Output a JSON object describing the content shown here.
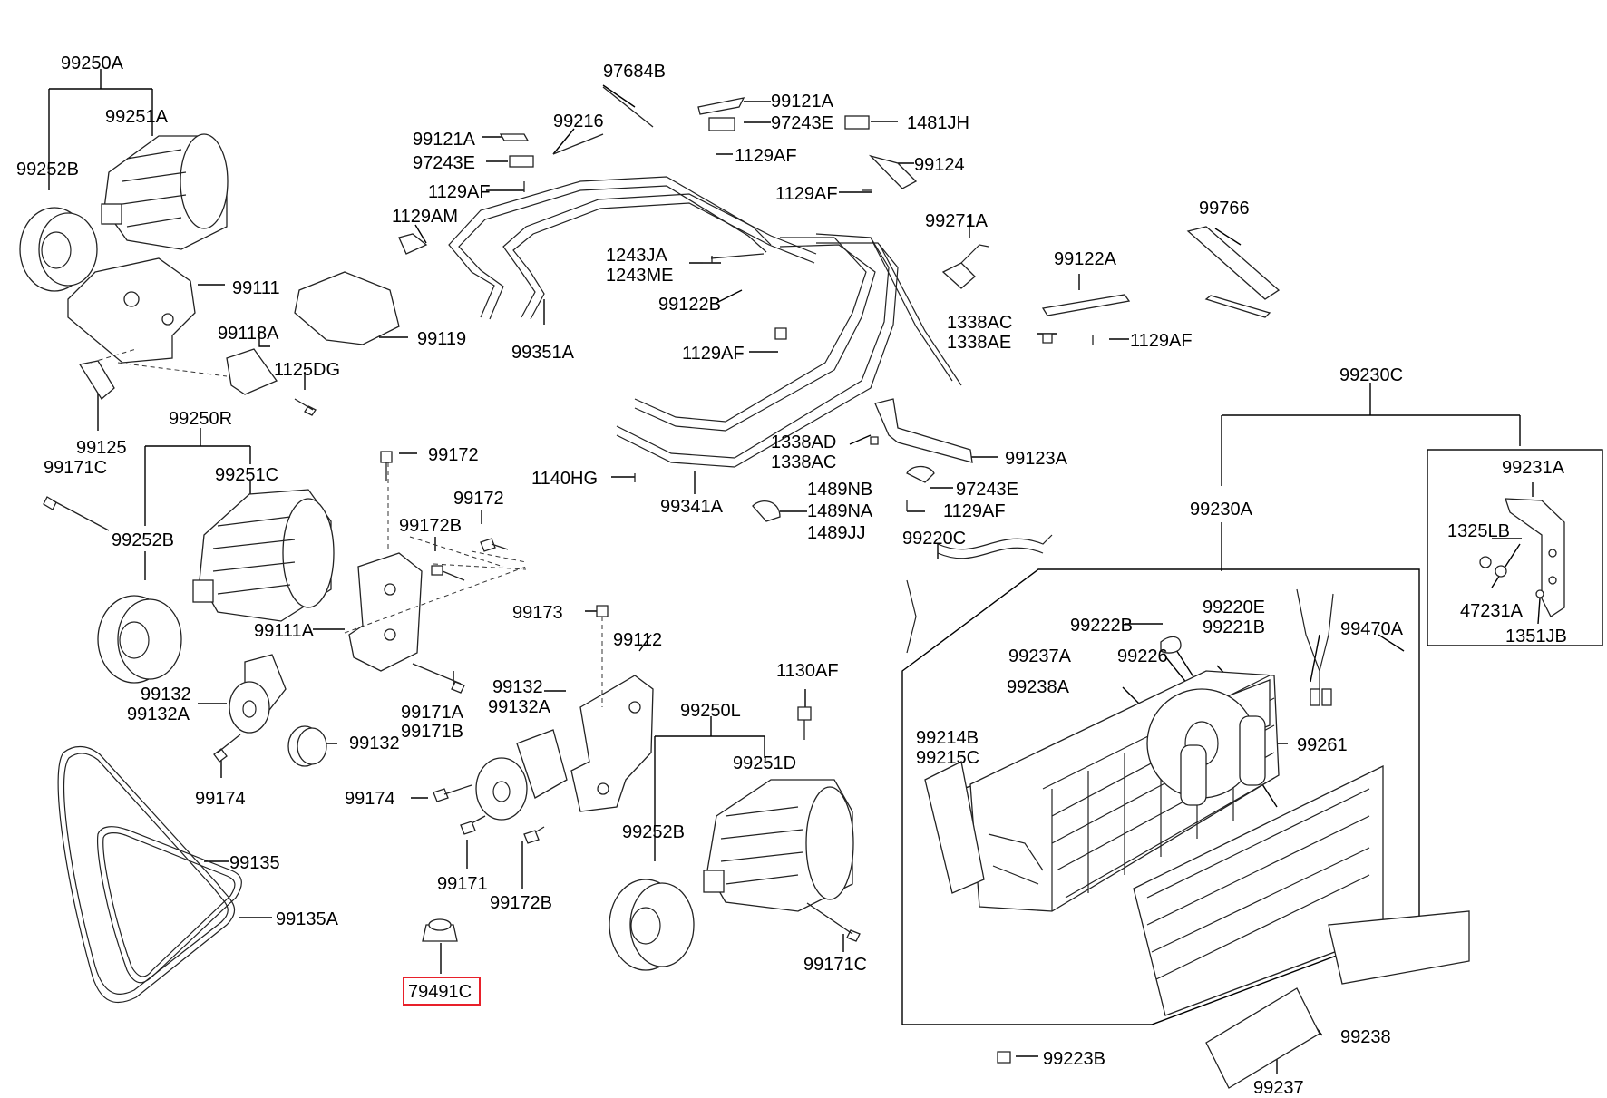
{
  "highlight_color": "#e8202a",
  "highlighted_part": "79491C",
  "labels": {
    "l_99250A": "99250A",
    "l_99251A": "99251A",
    "l_99252B_a": "99252B",
    "l_99111": "99111",
    "l_99118A": "99118A",
    "l_1125DG": "1125DG",
    "l_99125": "99125",
    "l_99250R": "99250R",
    "l_99171C_a": "99171C",
    "l_99251C": "99251C",
    "l_99252B_b": "99252B",
    "l_99111A": "99111A",
    "l_99132_a": "99132",
    "l_99132A_a": "99132A",
    "l_99174_a": "99174",
    "l_99132_b": "99132",
    "l_99135": "99135",
    "l_99135A": "99135A",
    "l_97684B": "97684B",
    "l_99216": "99216",
    "l_99121A_a": "99121A",
    "l_97243E_a": "97243E",
    "l_1129AF_a": "1129AF",
    "l_1129AM": "1129AM",
    "l_99119": "99119",
    "l_99351A": "99351A",
    "l_99121A_b": "99121A",
    "l_97243E_b": "97243E",
    "l_1481JH": "1481JH",
    "l_1129AF_b": "1129AF",
    "l_99124": "99124",
    "l_1129AF_c": "1129AF",
    "l_1243JA": "1243JA",
    "l_1243ME": "1243ME",
    "l_99122B": "99122B",
    "l_1129AF_d": "1129AF",
    "l_99271A": "99271A",
    "l_99766": "99766",
    "l_99122A": "99122A",
    "l_1338AC_a": "1338AC",
    "l_1338AE": "1338AE",
    "l_1129AF_e": "1129AF",
    "l_99172_a": "99172",
    "l_99172_b": "99172",
    "l_99172B_a": "99172B",
    "l_1140HG": "1140HG",
    "l_99341A": "99341A",
    "l_1338AD": "1338AD",
    "l_1338AC_b": "1338AC",
    "l_99123A": "99123A",
    "l_97243E_c": "97243E",
    "l_1489NB": "1489NB",
    "l_1489NA": "1489NA",
    "l_1489JJ": "1489JJ",
    "l_1129AF_f": "1129AF",
    "l_99220C": "99220C",
    "l_99171A": "99171A",
    "l_99171B": "99171B",
    "l_99173": "99173",
    "l_99112": "99112",
    "l_99132_c": "99132",
    "l_99132A_b": "99132A",
    "l_99174_b": "99174",
    "l_99171": "99171",
    "l_99172B_b": "99172B",
    "l_79491C": "79491C",
    "l_1130AF": "1130AF",
    "l_99250L": "99250L",
    "l_99251D": "99251D",
    "l_99252B_c": "99252B",
    "l_99171C_b": "99171C",
    "l_99230C": "99230C",
    "l_99230A": "99230A",
    "l_99231A": "99231A",
    "l_1325LB": "1325LB",
    "l_47231A": "47231A",
    "l_1351JB": "1351JB",
    "l_99222B": "99222B",
    "l_99220E": "99220E",
    "l_99221B": "99221B",
    "l_99470A": "99470A",
    "l_99237A": "99237A",
    "l_99226": "99226",
    "l_99238A": "99238A",
    "l_99261": "99261",
    "l_99214B": "99214B",
    "l_99215C": "99215C",
    "l_99223B": "99223B",
    "l_99238": "99238",
    "l_99237": "99237"
  }
}
